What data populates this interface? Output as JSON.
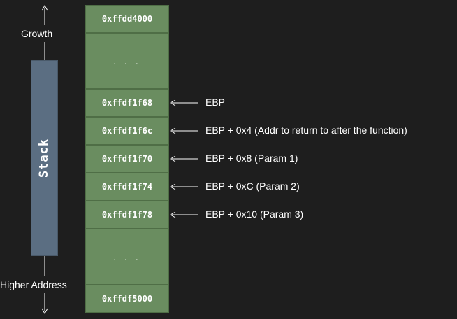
{
  "growth_label": "Growth",
  "higher_address_label": "Higher Address",
  "stack_label": "Stack",
  "memory_cells": [
    {
      "text": "0xffdd4000",
      "kind": "addr"
    },
    {
      "text": ". . .",
      "kind": "dots"
    },
    {
      "text": "0xffdf1f68",
      "kind": "addr"
    },
    {
      "text": "0xffdf1f6c",
      "kind": "addr"
    },
    {
      "text": "0xffdf1f70",
      "kind": "addr"
    },
    {
      "text": "0xffdf1f74",
      "kind": "addr"
    },
    {
      "text": "0xffdf1f78",
      "kind": "addr"
    },
    {
      "text": ". . .",
      "kind": "dots"
    },
    {
      "text": "0xffdf5000",
      "kind": "addr"
    }
  ],
  "annotations": [
    {
      "cell": 2,
      "text": "EBP"
    },
    {
      "cell": 3,
      "text": "EBP + 0x4 (Addr to return to after the function)"
    },
    {
      "cell": 4,
      "text": "EBP + 0x8 (Param 1)"
    },
    {
      "cell": 5,
      "text": "EBP + 0xC (Param 2)"
    },
    {
      "cell": 6,
      "text": "EBP + 0x10 (Param 3)"
    }
  ],
  "colors": {
    "background": "#1e1e1e",
    "cell_fill": "#6a8d60",
    "stack_fill": "#5b6e82",
    "text": "#ffffff"
  }
}
